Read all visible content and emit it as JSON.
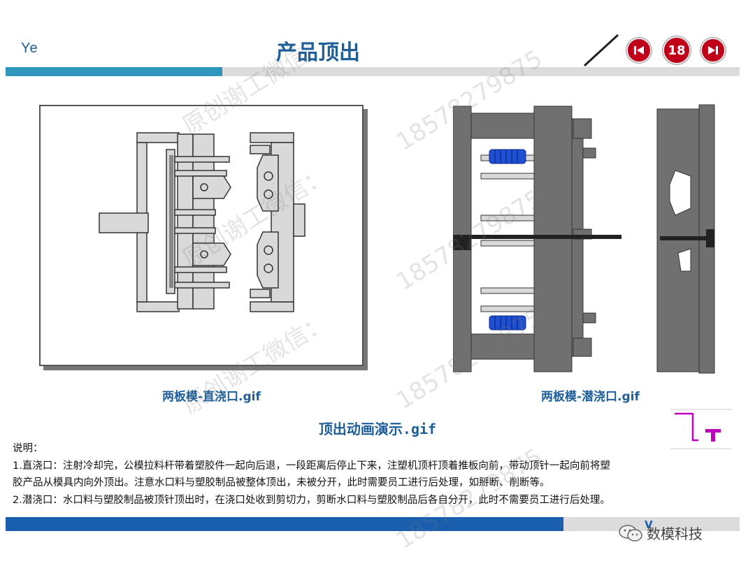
{
  "header": {
    "brand": "Ye",
    "title": "产品顶出",
    "page_number": "18",
    "prev_icon": "skip-back-icon",
    "next_icon": "skip-forward-icon"
  },
  "figures": {
    "left_caption": "两板模-直浇口.gif",
    "right_caption": "两板模-潜浇口.gif",
    "center_caption": "顶出动画演示.gif"
  },
  "explanation": {
    "heading": "说明：",
    "item1_line1": "1.直浇口：注射冷却完，公模拉料杆带着塑胶件一起向后退，一段距离后停止下来，注塑机顶杆顶着推板向前，带动顶针一起向前将塑",
    "item1_line2": "胶产品从模具内向外顶出。注意水口料与塑胶制品被整体顶出，未被分开，此时需要员工进行后处理，如掰断、削断等。",
    "item2": "2.潜浇口：水口料与塑胶制品被顶针顶出时，在浇口处收到剪切力，剪断水口料与塑胶制品后各自分开，此时不需要员工进行后处理。"
  },
  "footer": {
    "badge": "V",
    "wechat_account": "数模科技"
  },
  "watermarks": {
    "text_a": "原创谢工微信：",
    "text_b": "18578279875"
  },
  "colors": {
    "title_blue": "#1f5f99",
    "nav_red": "#c1001a",
    "bar_teal": "#2f97bb",
    "bar_blue": "#1a5fae",
    "mold_grey": "#6f6f6f",
    "spring_blue": "#1f4fd1"
  }
}
